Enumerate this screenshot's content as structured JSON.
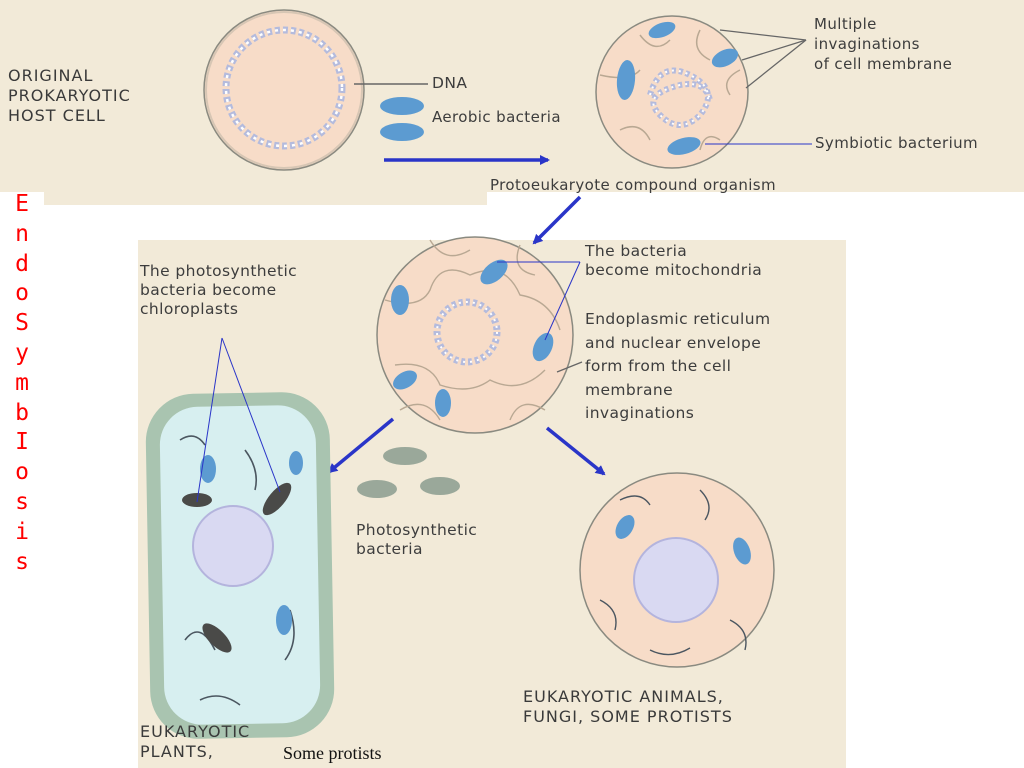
{
  "side_title_letters": [
    "E",
    "n",
    "d",
    "o",
    "S",
    "y",
    "m",
    "b",
    "I",
    "o",
    "s",
    "i",
    "s"
  ],
  "top": {
    "host_label": "ORIGINAL\nPROKARYOTIC\nHOST CELL",
    "dna_label": "DNA",
    "aerobic_label": "Aerobic bacteria",
    "invaginations_label": "Multiple\ninvaginations\nof cell membrane",
    "symbiotic_label": "Symbiotic bacterium",
    "protoeukaryote_label": "Protoeukaryote compound organism"
  },
  "bottom": {
    "chloroplast_label": "The photosynthetic\nbacteria become\nchloroplasts",
    "mitochondria_label": "The bacteria\nbecome mitochondria",
    "er_label": "Endoplasmic reticulum\nand nuclear envelope\nform from the cell\nmembrane\ninvaginations",
    "photosynthetic_label": "Photosynthetic\nbacteria",
    "animals_label": "EUKARYOTIC ANIMALS,\nFUNGI, SOME PROTISTS",
    "plants_label": "EUKARYOTIC\nPLANTS,"
  },
  "note": "Some protists",
  "colors": {
    "background_panel": "#f2ead8",
    "cell_fill": "#f7dcc8",
    "bacterium_blue": "#5c9bd1",
    "chloroplast_dark": "#4a4a48",
    "arrow_blue": "#2a35c8",
    "side_title_red": "#ff0000"
  }
}
